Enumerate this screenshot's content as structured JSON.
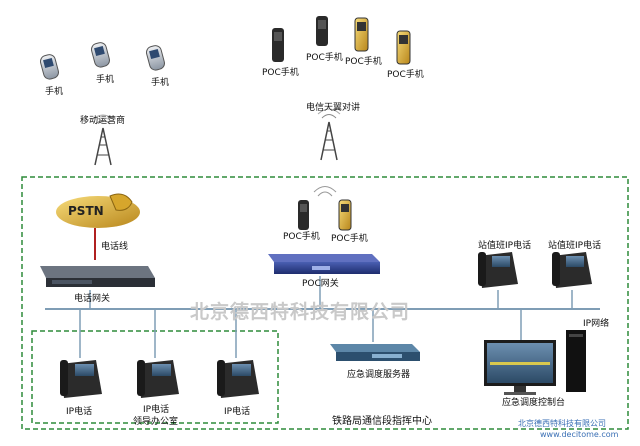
{
  "labels": {
    "phone": "手机",
    "mobile_operator": "移动运营商",
    "poc_phone": "POC手机",
    "telecom_tianyi": "电信天翼对讲",
    "pstn": "PSTN",
    "phone_line": "电话线",
    "phone_gateway": "电话网关",
    "poc_gateway": "POC网关",
    "duty_ip_phone": "站值班IP电话",
    "ip_network": "IP网络",
    "ip_phone": "IP电话",
    "leader_office": "领导办公室",
    "dispatch_server": "应急调度服务器",
    "dispatch_console": "应急调度控制台",
    "railway_center": "铁路局通信段指挥中心"
  },
  "watermark": "北京德西特科技有限公司",
  "source_cn": "北京德西特科技有限公司",
  "source_url": "www.decitome.com",
  "colors": {
    "dash_border": "#2e8b3a",
    "network_line": "#7f9db5",
    "device_dark": "#222222"
  }
}
